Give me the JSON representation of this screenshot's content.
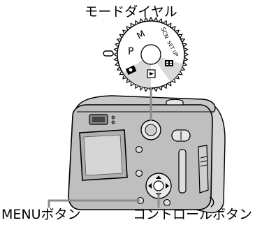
{
  "labels": {
    "mode_dial": "モードダイヤル",
    "menu_button": "MENUボタン",
    "control_button": "コントロールボタン"
  },
  "dial_marks": [
    "P",
    "M",
    "SCN",
    "SET UP"
  ]
}
